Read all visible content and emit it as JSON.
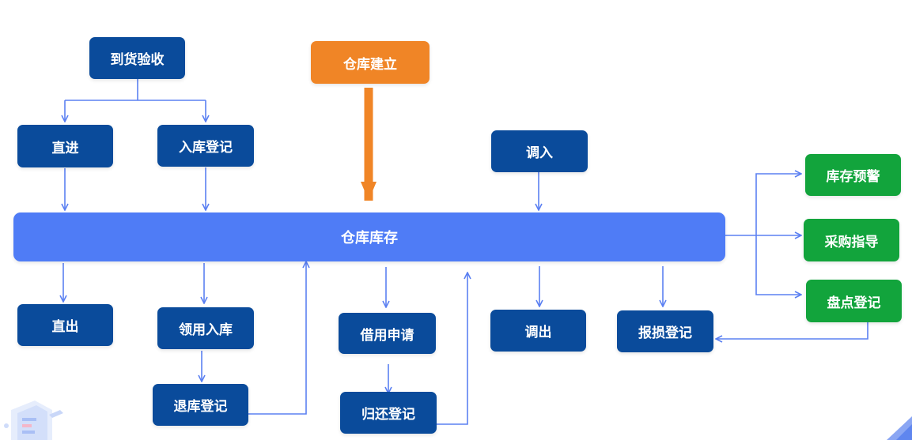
{
  "nodes": {
    "arrival_inspection": "到货验收",
    "warehouse_setup": "仓库建立",
    "direct_in": "直进",
    "stock_in_register": "入库登记",
    "transfer_in": "调入",
    "stock_early_warning": "库存预警",
    "warehouse_inventory": "仓库库存",
    "purchase_guidance": "采购指导",
    "stocktake_register": "盘点登记",
    "direct_out": "直出",
    "requisition_in": "领用入库",
    "borrow_request": "借用申请",
    "transfer_out": "调出",
    "loss_register": "报损登记",
    "return_register": "退库登记",
    "giveback_register": "归还登记"
  },
  "colors": {
    "node_blue": "#0a4b9b",
    "node_orange": "#f08526",
    "node_green": "#12a43c",
    "inventory_bar": "#4f7cf6",
    "connector": "#5b80f2"
  }
}
